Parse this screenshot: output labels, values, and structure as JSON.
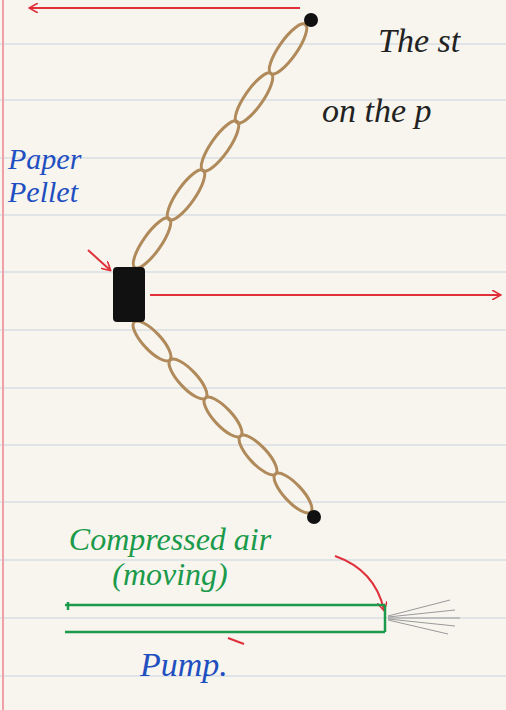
{
  "diagram": {
    "labels": [
      "The st",
      "on the p",
      "Paper Pellet",
      "Compressed air (moving)",
      "Pump."
    ]
  }
}
